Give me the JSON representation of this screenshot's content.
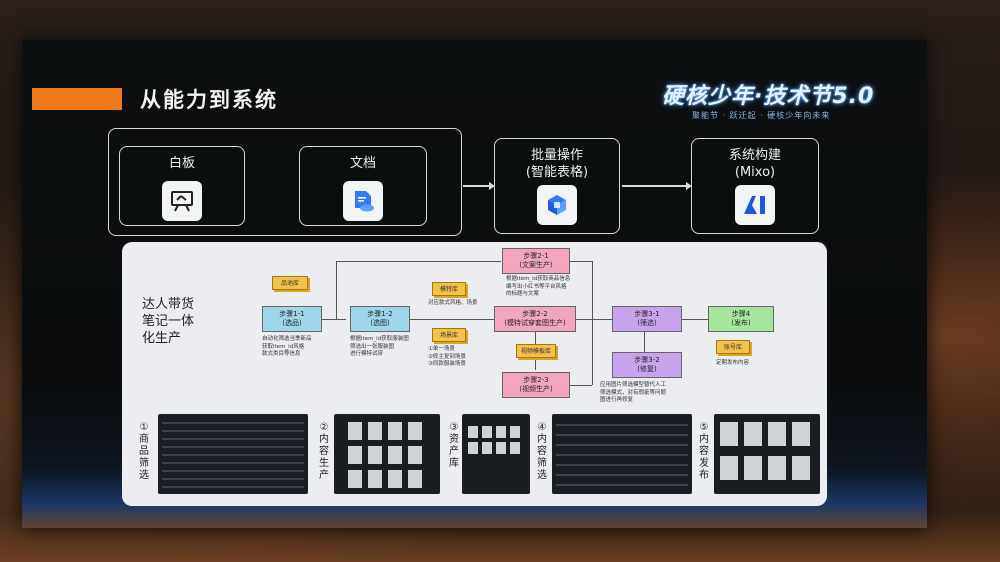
{
  "slide": {
    "title": "从能力到系统",
    "event_logo": "硬核少年·技术节5.0",
    "event_logo_sub": "聚能节 · 跃迁起 · 硬核少年向未来"
  },
  "capabilities": {
    "whiteboard": {
      "label": "白板",
      "icon": "whiteboard-icon"
    },
    "docs": {
      "label": "文档",
      "icon": "document-icon"
    },
    "batch": {
      "label": "批量操作\n(智能表格)",
      "icon": "smart-table-icon"
    },
    "system": {
      "label": "系统构建\n(Mixo)",
      "icon": "ai-logo-icon"
    }
  },
  "workflow": {
    "title": "达人带货笔记一体化生产",
    "tags": {
      "product": "品池库",
      "model": "模特库",
      "scene": "场景库",
      "video": "视频模板库",
      "account": "账号库"
    },
    "nodes": {
      "s11": "步骤1-1\n(选品)",
      "s12": "步骤1-2\n(选图)",
      "s21": "步骤2-1\n(文案生产)",
      "s22": "步骤2-2\n(模特试穿套图生产)",
      "s23": "步骤2-3\n(视频生产)",
      "s31": "步骤3-1\n(筛选)",
      "s32": "步骤3-2\n(修复)",
      "s4": "步骤4\n(发布)"
    },
    "notes": {
      "s11": "自动化筛选当季新品\n获取item_id风格\n款式类目等信息",
      "s12": "根据item_id获取服装图\n筛选出一张服装图\n进行模特试穿",
      "s21": "根据item_id获取商品信息\n编写出小红书等平台风格\n的标题与文案",
      "model": "对应款式风格、场景",
      "scene": "①单一场景\n②修主复刻场景\n③同款服装场景",
      "s32": "应用图片筛选模型替代人工\n筛选模式，对有瑕疵等问题\n图进行再修复",
      "s4": "定期发布内容"
    }
  },
  "strip": [
    {
      "label": "①商品筛选"
    },
    {
      "label": "②内容生产"
    },
    {
      "label": "③资产库"
    },
    {
      "label": "④内容筛选"
    },
    {
      "label": "⑤内容发布"
    }
  ],
  "colors": {
    "accent": "#f07b1a",
    "node_blue": "#9fd6ea",
    "node_pink": "#f2a6bd",
    "node_purple": "#c8a4ec",
    "node_green": "#a8e6a0",
    "tag_yellow": "#f3c24a"
  }
}
